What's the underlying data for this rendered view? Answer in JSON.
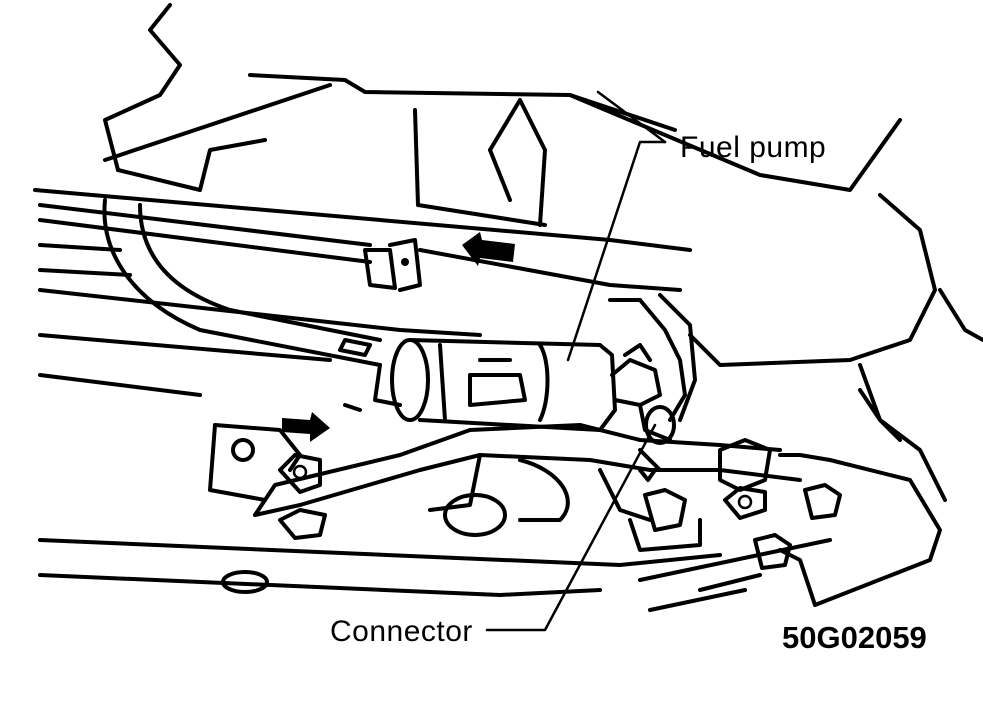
{
  "labels": {
    "fuel_pump": "Fuel pump",
    "connector": "Connector"
  },
  "figure_code": "50G02059"
}
